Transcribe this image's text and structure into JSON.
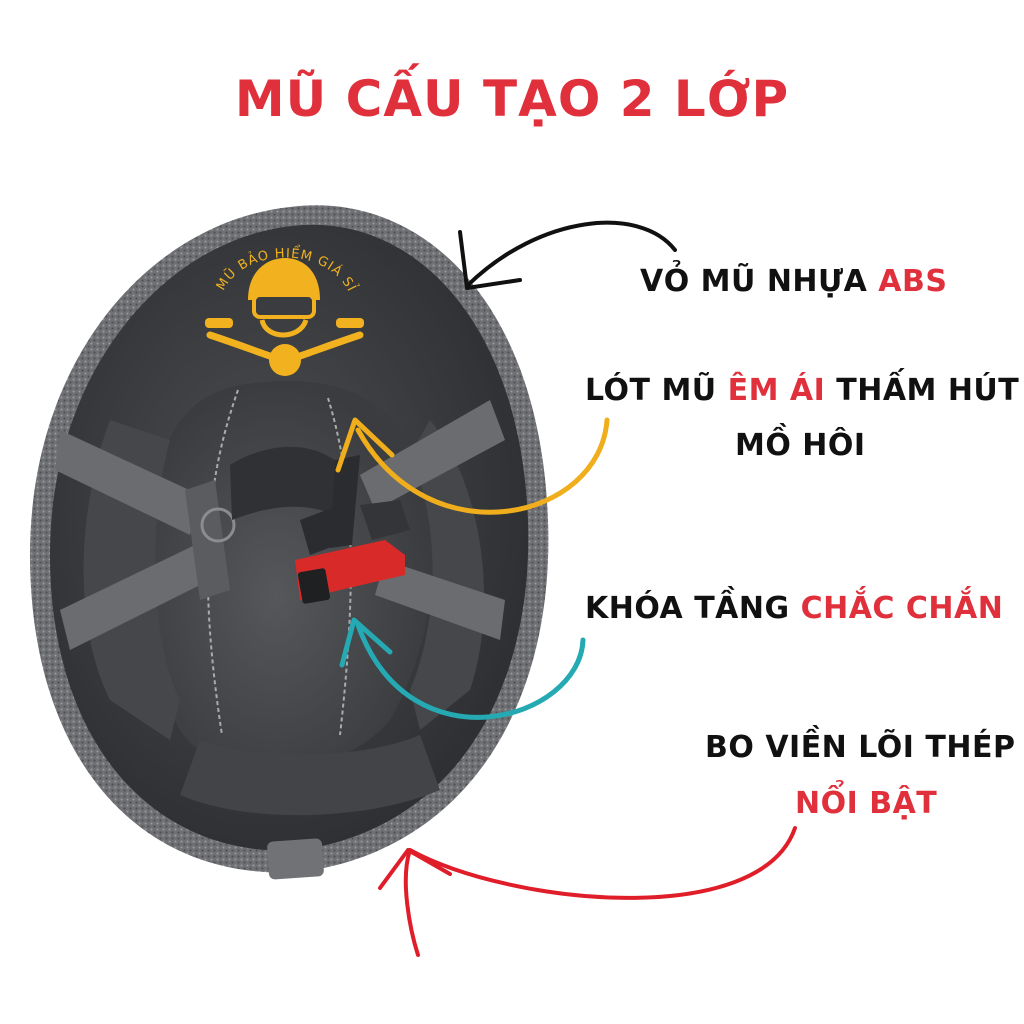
{
  "title": "MŨ CẤU TẠO 2 LỚP",
  "callouts": {
    "shell": {
      "text": "VỎ MŨ NHỰA ",
      "highlight": "ABS"
    },
    "lining": {
      "text_before": "LÓT MŨ ",
      "highlight": "ÊM ÁI",
      "text_after": " THẤM HÚT",
      "line2": "MỒ HÔI"
    },
    "buckle": {
      "text": "KHÓA TẦNG ",
      "highlight": "CHẮC CHẮN"
    },
    "rim": {
      "line1": "BO VIỀN  LÕI THÉP",
      "highlight": "NỔI BẬT"
    }
  },
  "logo": {
    "text": "MŨ BẢO HIỂM GIÁ SỈ"
  },
  "colors": {
    "title": "#e0303c",
    "highlight": "#e0303c",
    "arrow_shell": "#111111",
    "arrow_lining": "#f0ae1c",
    "arrow_buckle": "#25a9b3",
    "arrow_rim": "#e01e2a",
    "logo": "#f2b21f",
    "buckle": "#d92a2a"
  },
  "icons": [
    "helmet-image",
    "logo-icon",
    "arrow-icon"
  ]
}
